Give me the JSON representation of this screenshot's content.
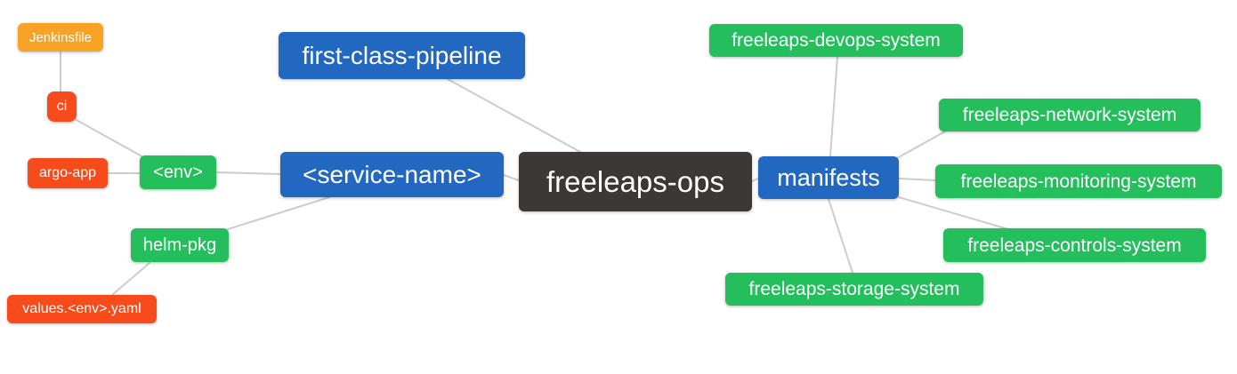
{
  "diagram": {
    "type": "mindmap",
    "root": "freeleaps-ops",
    "background": "#ffffff"
  },
  "palette": {
    "blue": "#2268C0",
    "green": "#24BF5C",
    "red_orange": "#F74B1B",
    "amber": "#F9A326",
    "dark": "#3B3836",
    "edge_gray": "#CCCCCC",
    "text": "#FFFFFF"
  },
  "edge_style": {
    "color": "#CCCCCC",
    "width": 2
  },
  "nodes": [
    {
      "id": "jenkinsfile",
      "label": "Jenkinsfile",
      "color": "#F9A326"
    },
    {
      "id": "ci",
      "label": "ci",
      "color": "#F74B1B"
    },
    {
      "id": "argo-app",
      "label": "argo-app",
      "color": "#F74B1B"
    },
    {
      "id": "env",
      "label": "<env>",
      "color": "#24BF5C"
    },
    {
      "id": "helm-pkg",
      "label": "helm-pkg",
      "color": "#24BF5C"
    },
    {
      "id": "values-env-yaml",
      "label": "values.<env>.yaml",
      "color": "#F74B1B"
    },
    {
      "id": "first-class-pipeline",
      "label": "first-class-pipeline",
      "color": "#2268C0"
    },
    {
      "id": "service-name",
      "label": "<service-name>",
      "color": "#2268C0"
    },
    {
      "id": "freeleaps-ops",
      "label": "freeleaps-ops",
      "color": "#3B3836"
    },
    {
      "id": "manifests",
      "label": "manifests",
      "color": "#2268C0"
    },
    {
      "id": "freeleaps-devops-system",
      "label": "freeleaps-devops-system",
      "color": "#24BF5C"
    },
    {
      "id": "freeleaps-network-system",
      "label": "freeleaps-network-system",
      "color": "#24BF5C"
    },
    {
      "id": "freeleaps-monitoring-system",
      "label": "freeleaps-monitoring-system",
      "color": "#24BF5C"
    },
    {
      "id": "freeleaps-controls-system",
      "label": "freeleaps-controls-system",
      "color": "#24BF5C"
    },
    {
      "id": "freeleaps-storage-system",
      "label": "freeleaps-storage-system",
      "color": "#24BF5C"
    }
  ],
  "edges": [
    {
      "from": "freeleaps-ops",
      "to": "first-class-pipeline"
    },
    {
      "from": "freeleaps-ops",
      "to": "service-name"
    },
    {
      "from": "freeleaps-ops",
      "to": "manifests"
    },
    {
      "from": "service-name",
      "to": "env"
    },
    {
      "from": "service-name",
      "to": "helm-pkg"
    },
    {
      "from": "env",
      "to": "ci"
    },
    {
      "from": "env",
      "to": "argo-app"
    },
    {
      "from": "ci",
      "to": "jenkinsfile"
    },
    {
      "from": "helm-pkg",
      "to": "values-env-yaml"
    },
    {
      "from": "manifests",
      "to": "freeleaps-devops-system"
    },
    {
      "from": "manifests",
      "to": "freeleaps-network-system"
    },
    {
      "from": "manifests",
      "to": "freeleaps-monitoring-system"
    },
    {
      "from": "manifests",
      "to": "freeleaps-controls-system"
    },
    {
      "from": "manifests",
      "to": "freeleaps-storage-system"
    }
  ]
}
